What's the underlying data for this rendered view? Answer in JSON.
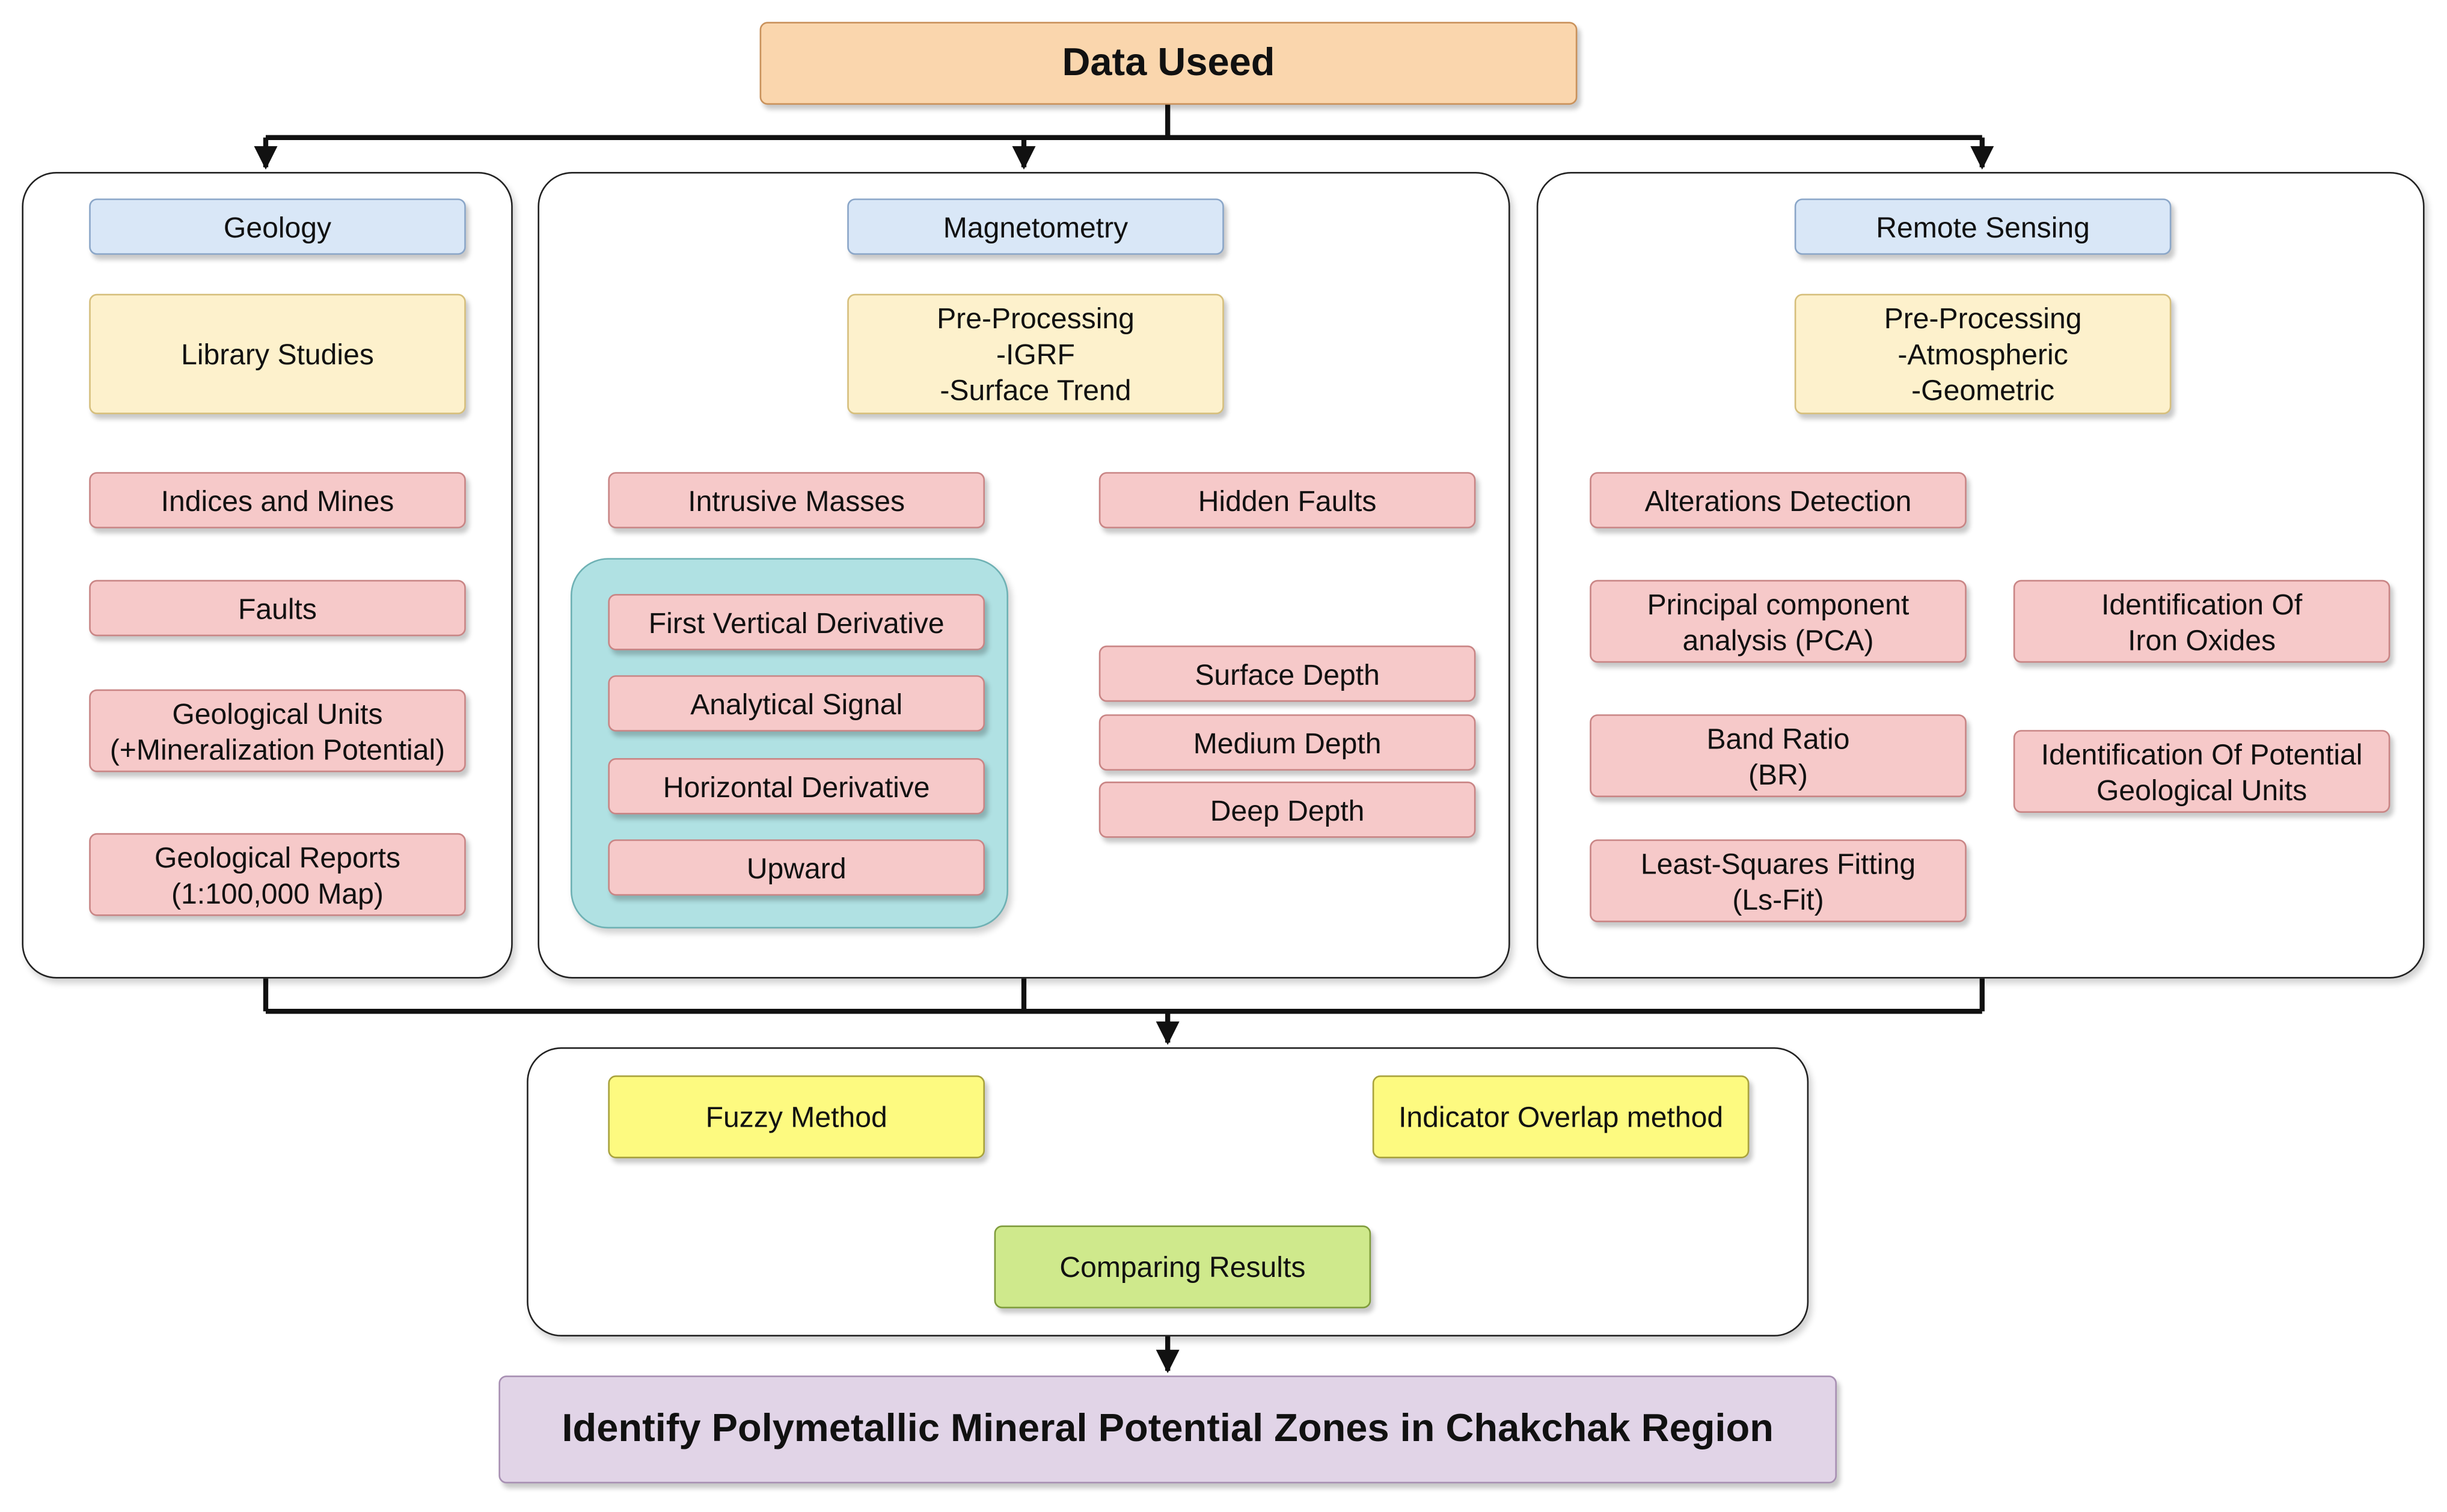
{
  "title": "Data Useed",
  "geology": {
    "header": "Geology",
    "library": "Library Studies",
    "indices": "Indices and Mines",
    "faults": "Faults",
    "units": "Geological Units\n(+Mineralization Potential)",
    "reports": "Geological Reports\n(1:100,000 Map)"
  },
  "magnetometry": {
    "header": "Magnetometry",
    "preprocessing": "Pre-Processing\n-IGRF\n-Surface Trend",
    "intrusive": "Intrusive Masses",
    "hidden_faults": "Hidden Faults",
    "first_vertical": "First Vertical Derivative",
    "analytical": "Analytical Signal",
    "horizontal": "Horizontal Derivative",
    "upward": "Upward",
    "surface_depth": "Surface Depth",
    "medium_depth": "Medium Depth",
    "deep_depth": "Deep Depth"
  },
  "remote_sensing": {
    "header": "Remote Sensing",
    "preprocessing": "Pre-Processing\n-Atmospheric\n-Geometric",
    "alterations": "Alterations Detection",
    "pca": "Principal component\nanalysis (PCA)",
    "band_ratio": "Band Ratio\n(BR)",
    "ls_fit": "Least-Squares Fitting\n(Ls-Fit)",
    "iron_oxides": "Identification Of\nIron Oxides",
    "potential_units": "Identification Of Potential\nGeological Units"
  },
  "integration": {
    "fuzzy": "Fuzzy Method",
    "indicator": "Indicator Overlap method",
    "comparing": "Comparing Results"
  },
  "result": "Identify Polymetallic Mineral Potential Zones in Chakchak Region",
  "colors": {
    "title_box": "#fad6ad",
    "header_box": "#d9e7f7",
    "preprocess_box": "#fdf1cc",
    "method_box": "#f6c9c9",
    "teal_group": "#b0e1e3",
    "integration_box": "#fdfa80",
    "comparing_box": "#cfe98c",
    "result_box": "#e1d4e7",
    "red_connector": "#b85858"
  }
}
